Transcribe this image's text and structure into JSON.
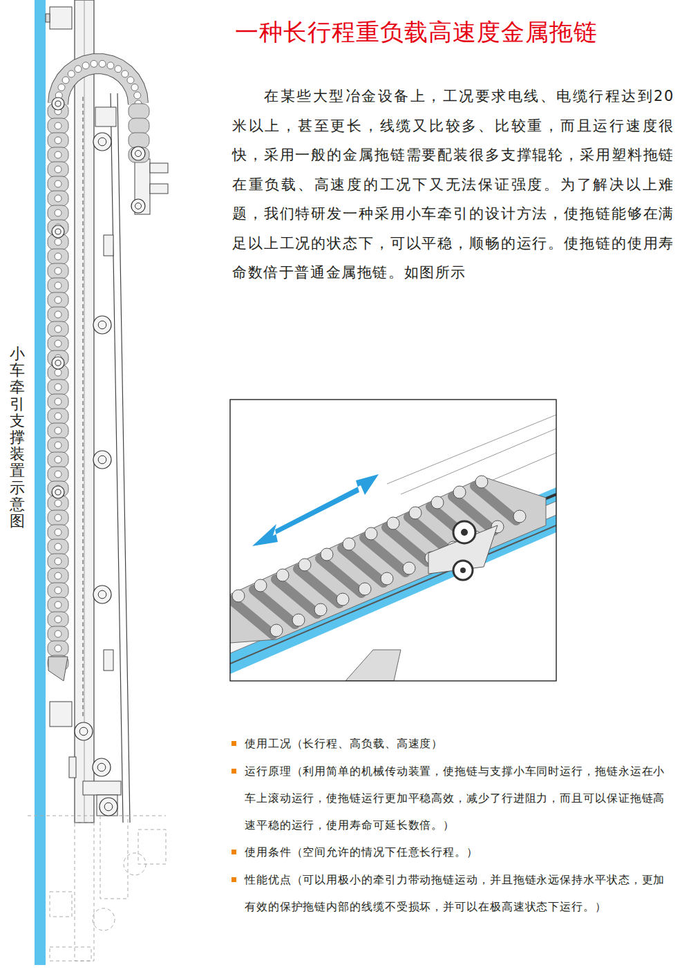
{
  "diagram": {
    "title": "一种长行程重负载高速度金属拖链",
    "caption": "小车牵引支撑装置示意图",
    "labels": [
      "在某些大型冶金设备上，工况要求电线、电缆行程达到20米以上，甚至更长，线缆又比较多、比较重，而且运行速度很快，采用一般的金属拖链需要配装很多支撑辊轮，采用塑料拖链在重负载、高速度的工况下又无法保证强度。为了解决以上难题，我们特研发一种采用小车牵引的设计方法，使拖链能够在满足以上工况的状态下，可以平稳，顺畅的运行。使拖链的使用寿命数倍于普通金属拖链。如图所示",
      "使用工况（长行程、高负载、高速度）",
      "运行原理（利用简单的机械传动装置，使拖链与支撑小车同时运行，拖链永运在小车上滚动运行，使拖链运行更加平稳高效，减少了行进阻力，而且可以保证拖链高速平稳的运行，使用寿命可延长数倍。）",
      "使用条件（空间允许的情况下任意长行程。）",
      "性能优点（可以用极小的牵引力带动拖链运动，并且拖链永远保持水平状态，更加有效的保护拖链内部的线缆不受损坏，并可以在极高速状态下运行。）"
    ]
  }
}
